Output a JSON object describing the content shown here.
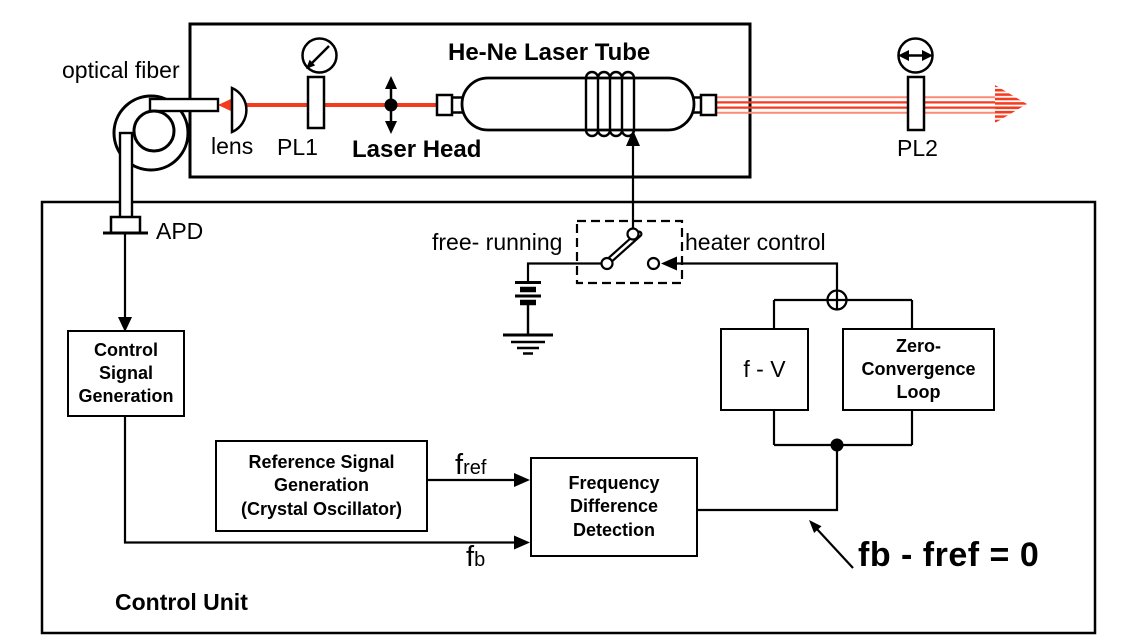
{
  "figure": {
    "laser_head": {
      "box_label": "Laser Head",
      "tube_label": "He-Ne Laser Tube",
      "lens_label": "lens",
      "pl1_label": "PL1",
      "pl2_label": "PL2"
    },
    "fiber": {
      "label": "optical fiber",
      "detector_label": "APD"
    },
    "control_unit": {
      "box_label": "Control Unit",
      "switch": {
        "left_label": "free- running",
        "right_label": "heater control"
      },
      "blocks": {
        "csg": "Control\nSignal\nGeneration",
        "rsg": "Reference Signal\nGeneration\n(Crystal Oscillator)",
        "fdd": "Frequency\nDifference\nDetection",
        "fv": "f - V",
        "zcl": "Zero-\nConvergence\nLoop"
      },
      "signals": {
        "fref_main": "f",
        "fref_sub": "ref",
        "fb_main": "f",
        "fb_sub": "b",
        "equation": "fb - fref = 0"
      }
    },
    "colors": {
      "beam": "#f43b1e",
      "beam_light": "#fb8a76",
      "ink": "#000000"
    }
  }
}
